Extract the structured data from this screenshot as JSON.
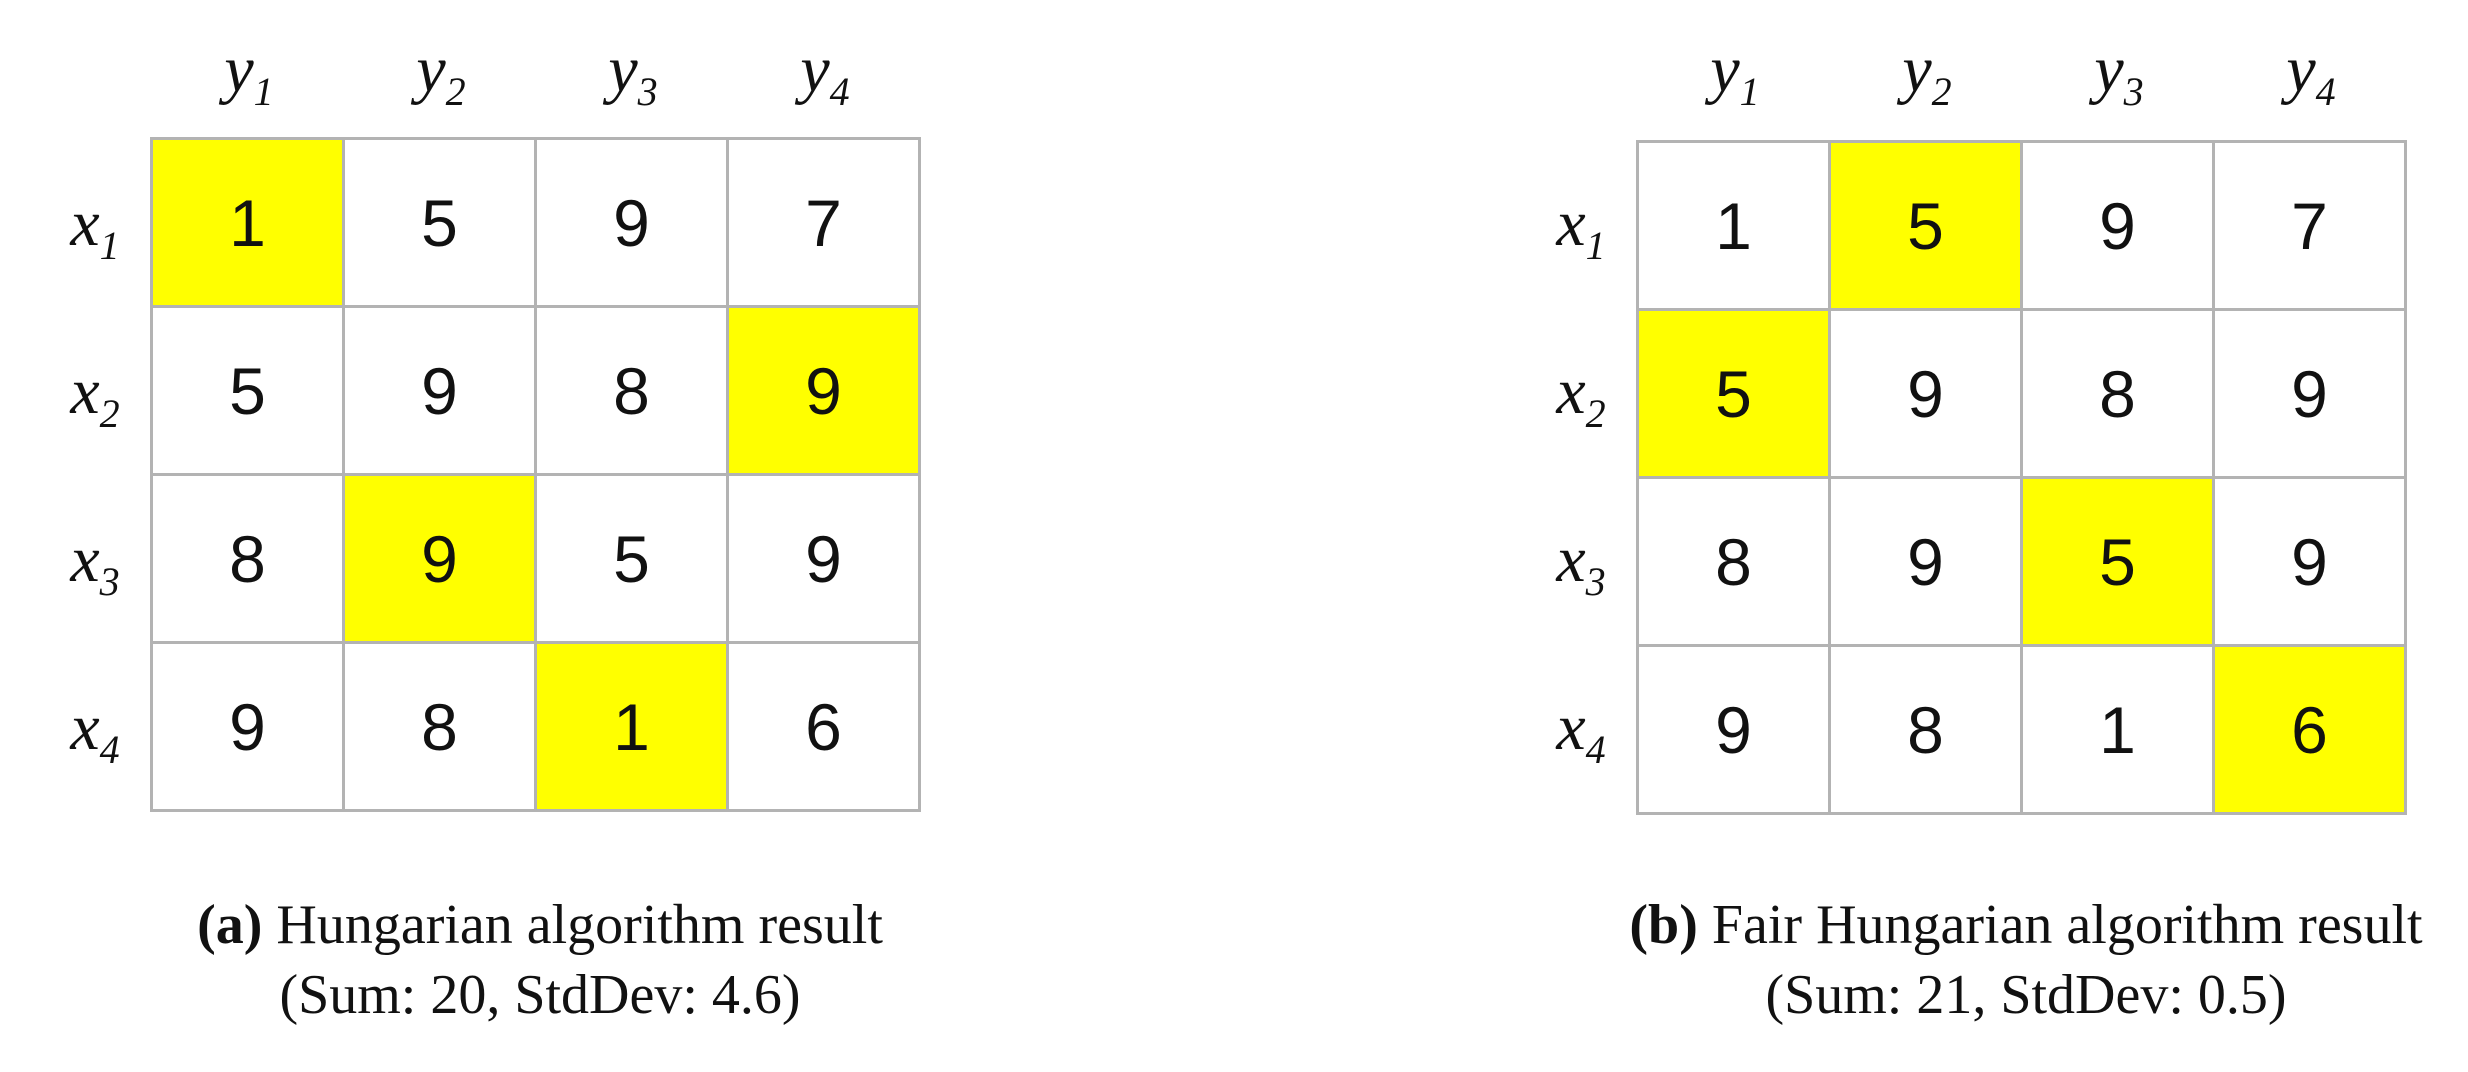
{
  "panels": [
    {
      "id": "a",
      "col_labels": [
        {
          "base": "y",
          "sub": "1"
        },
        {
          "base": "y",
          "sub": "2"
        },
        {
          "base": "y",
          "sub": "3"
        },
        {
          "base": "y",
          "sub": "4"
        }
      ],
      "row_labels": [
        {
          "base": "x",
          "sub": "1"
        },
        {
          "base": "x",
          "sub": "2"
        },
        {
          "base": "x",
          "sub": "3"
        },
        {
          "base": "x",
          "sub": "4"
        }
      ],
      "matrix": [
        [
          "1",
          "5",
          "9",
          "7"
        ],
        [
          "5",
          "9",
          "8",
          "9"
        ],
        [
          "8",
          "9",
          "5",
          "9"
        ],
        [
          "9",
          "8",
          "1",
          "6"
        ]
      ],
      "selected": [
        [
          0,
          0
        ],
        [
          1,
          3
        ],
        [
          2,
          1
        ],
        [
          3,
          2
        ]
      ],
      "caption_tag": "(a)",
      "caption_text": "Hungarian algorithm result",
      "caption_stats": "(Sum: 20, StdDev: 4.6)"
    },
    {
      "id": "b",
      "col_labels": [
        {
          "base": "y",
          "sub": "1"
        },
        {
          "base": "y",
          "sub": "2"
        },
        {
          "base": "y",
          "sub": "3"
        },
        {
          "base": "y",
          "sub": "4"
        }
      ],
      "row_labels": [
        {
          "base": "x",
          "sub": "1"
        },
        {
          "base": "x",
          "sub": "2"
        },
        {
          "base": "x",
          "sub": "3"
        },
        {
          "base": "x",
          "sub": "4"
        }
      ],
      "matrix": [
        [
          "1",
          "5",
          "9",
          "7"
        ],
        [
          "5",
          "9",
          "8",
          "9"
        ],
        [
          "8",
          "9",
          "5",
          "9"
        ],
        [
          "9",
          "8",
          "1",
          "6"
        ]
      ],
      "selected": [
        [
          0,
          1
        ],
        [
          1,
          0
        ],
        [
          2,
          2
        ],
        [
          3,
          3
        ]
      ],
      "caption_tag": "(b)",
      "caption_text": "Fair Hungarian algorithm result",
      "caption_stats": "(Sum: 21, StdDev: 0.5)"
    }
  ],
  "colors": {
    "highlight": "#ffff00",
    "grid_line": "#b3b3b3",
    "text": "#111111"
  }
}
